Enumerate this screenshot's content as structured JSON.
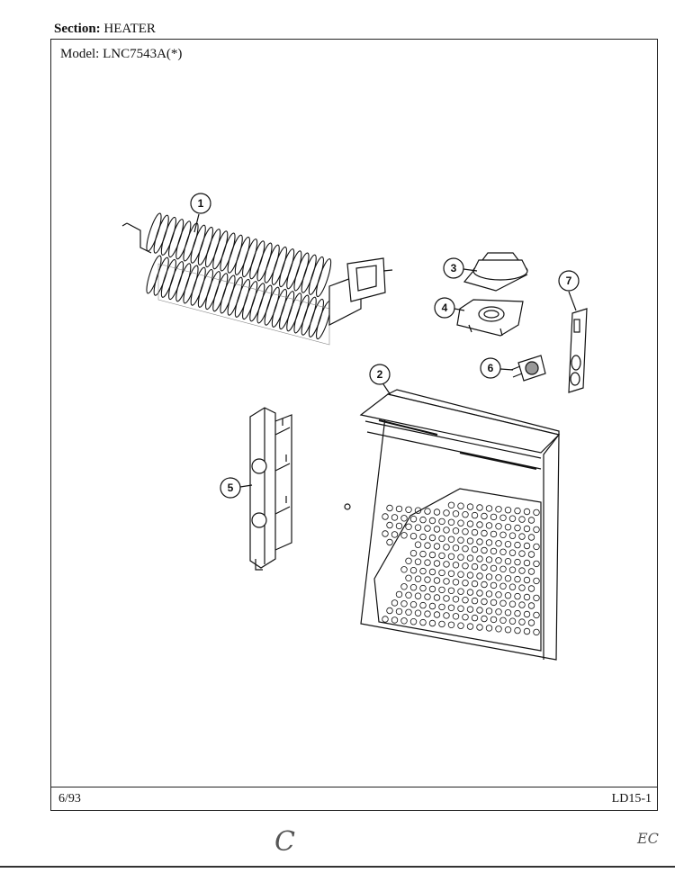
{
  "header": {
    "section_label": "Section:",
    "section_value": "HEATER"
  },
  "frame": {
    "model_label": "Model:",
    "model_value": "LNC7543A(*)"
  },
  "footer": {
    "date": "6/93",
    "page_code": "LD15-1"
  },
  "callouts": [
    "1",
    "2",
    "3",
    "4",
    "5",
    "6",
    "7"
  ],
  "handwriting": {
    "bottom_center": "C",
    "bottom_right": "EC"
  }
}
